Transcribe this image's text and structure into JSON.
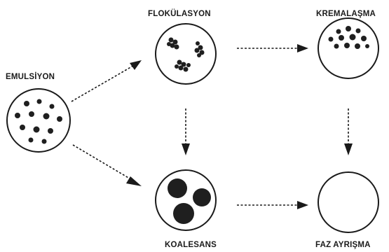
{
  "labels": {
    "emulsion": "EMULSİYON",
    "flocculation": "FLOKÜLASYON",
    "creaming": "KREMALAŞMA",
    "coalescence": "KOALESANS",
    "phase_separation": "FAZ AYRIŞMA"
  },
  "colors": {
    "ink": "#1a1a1a",
    "droplet": "#1f1f1f",
    "background": "#ffffff"
  }
}
